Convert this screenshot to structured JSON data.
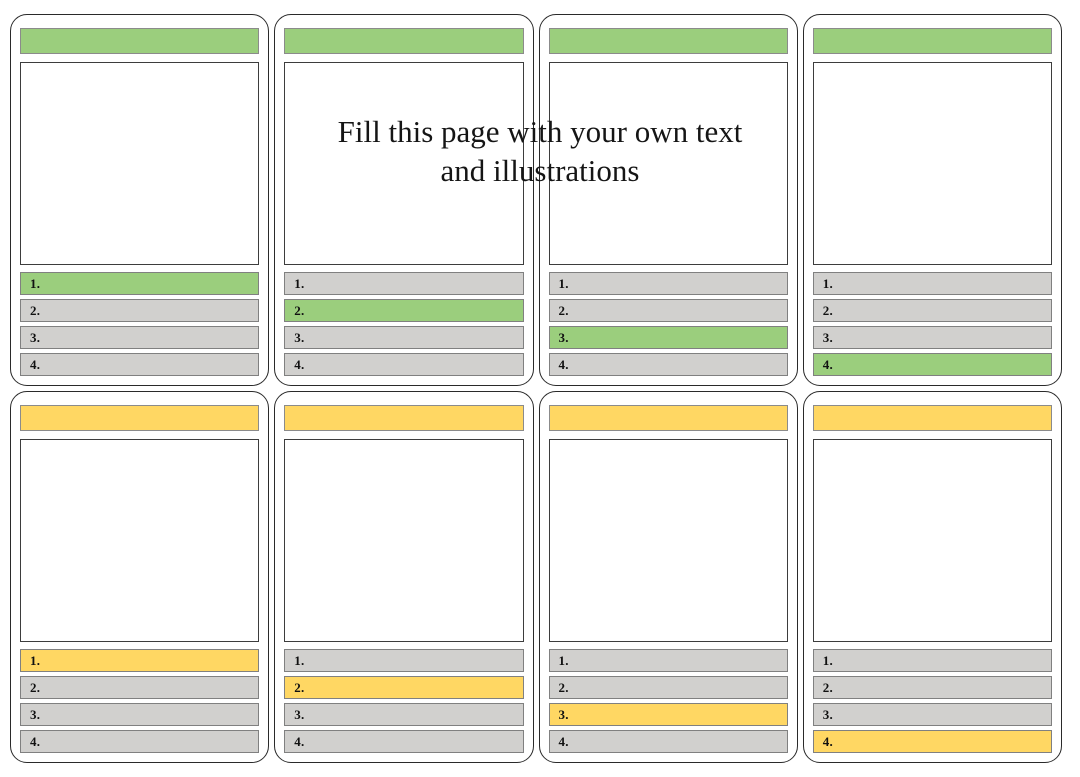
{
  "overlay": {
    "line1": "Fill this page with your own text",
    "line2": "and illustrations"
  },
  "colors": {
    "green": "#9bce7d",
    "yellow": "#ffd763",
    "row_gray": "#d1d0ce",
    "row_border": "#808080",
    "card_border": "#2a2a2a"
  },
  "cards": [
    {
      "accent": "green",
      "highlight_index": 0,
      "items": [
        {
          "label": "1."
        },
        {
          "label": "2."
        },
        {
          "label": "3."
        },
        {
          "label": "4."
        }
      ]
    },
    {
      "accent": "green",
      "highlight_index": 1,
      "items": [
        {
          "label": "1."
        },
        {
          "label": "2."
        },
        {
          "label": "3."
        },
        {
          "label": "4."
        }
      ]
    },
    {
      "accent": "green",
      "highlight_index": 2,
      "items": [
        {
          "label": "1."
        },
        {
          "label": "2."
        },
        {
          "label": "3."
        },
        {
          "label": "4."
        }
      ]
    },
    {
      "accent": "green",
      "highlight_index": 3,
      "items": [
        {
          "label": "1."
        },
        {
          "label": "2."
        },
        {
          "label": "3."
        },
        {
          "label": "4."
        }
      ]
    },
    {
      "accent": "yellow",
      "highlight_index": 0,
      "items": [
        {
          "label": "1."
        },
        {
          "label": "2."
        },
        {
          "label": "3."
        },
        {
          "label": "4."
        }
      ]
    },
    {
      "accent": "yellow",
      "highlight_index": 1,
      "items": [
        {
          "label": "1."
        },
        {
          "label": "2."
        },
        {
          "label": "3."
        },
        {
          "label": "4."
        }
      ]
    },
    {
      "accent": "yellow",
      "highlight_index": 2,
      "items": [
        {
          "label": "1."
        },
        {
          "label": "2."
        },
        {
          "label": "3."
        },
        {
          "label": "4."
        }
      ]
    },
    {
      "accent": "yellow",
      "highlight_index": 3,
      "items": [
        {
          "label": "1."
        },
        {
          "label": "2."
        },
        {
          "label": "3."
        },
        {
          "label": "4."
        }
      ]
    }
  ]
}
